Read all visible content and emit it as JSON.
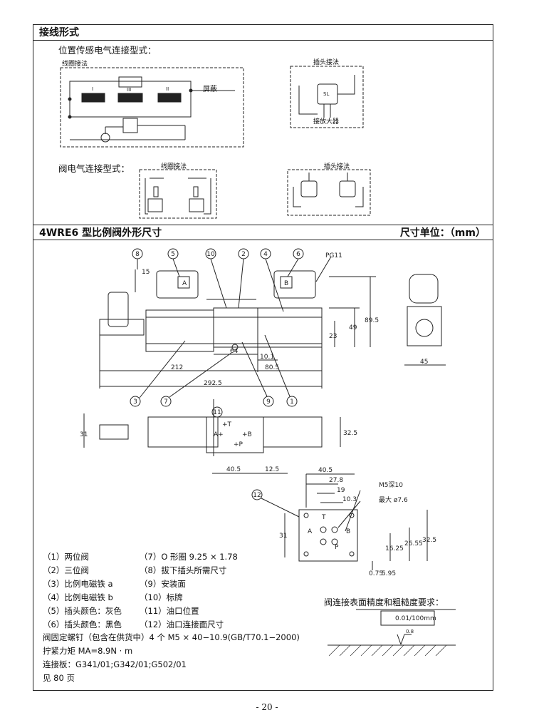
{
  "section1": {
    "title": "接线形式",
    "sensor_label": "位置传感电气连接型式：",
    "coil_wiring": "线圈接法",
    "plug_wiring": "插头接法",
    "shield": "屏蔽",
    "amplifier": "接放大器",
    "roman_1": "I",
    "roman_2": "II",
    "roman_3": "III",
    "sl": "SL",
    "valve_label": "阀电气连接型式：",
    "coil_wiring_2": "线圈接法",
    "plug_wiring_2": "插头接法"
  },
  "section2": {
    "title": "4WRE6 型比例阀外形尺寸",
    "unit": "尺寸单位：（mm）"
  },
  "dims": {
    "d15": "15",
    "d89_5": "89.5",
    "d49": "49",
    "d23": "23",
    "d64": "64",
    "d10_1": "10.1",
    "d212": "212",
    "d80_5": "80.5",
    "d292_5": "292.5",
    "d45": "45",
    "d31": "31",
    "d32_5": "32.5",
    "d40_5": "40.5",
    "d12_5": "12.5",
    "pg11": "PG11",
    "m40_5": "40.5",
    "m27_8": "27.8",
    "m19": "19",
    "m10_3": "10.3",
    "m5": "M5深10",
    "dia": "最大 ø7.6",
    "m31": "31",
    "m26_55": "26.55",
    "m32_5": "32.5",
    "m16_25": "16.25",
    "m0_75": "0.75",
    "m5_95": "5.95",
    "port_A": "A",
    "port_B": "B",
    "port_T": "T",
    "port_P": "P",
    "label_A": "A",
    "label_B": "B",
    "port_T2": "+T",
    "port_A2": "A+",
    "port_B2": "+B",
    "port_P2": "+P"
  },
  "callouts": [
    "8",
    "5",
    "10",
    "2",
    "4",
    "6",
    "3",
    "7",
    "9",
    "1",
    "11",
    "12"
  ],
  "legend": [
    "（1）两位阀",
    "（2）三位阀",
    "（3）比例电磁铁 a",
    "（4）比例电磁铁 b",
    "（5）插头颜色：灰色",
    "（6）插头颜色：黑色",
    "（7）O 形圈 9.25 × 1.78",
    "（8）拔下插头所需尺寸",
    "（9）安装面",
    "（10）标牌",
    "（11）油口位置",
    "（12）油口连接面尺寸"
  ],
  "notes": {
    "screws": "阀固定螺钉（包含在供货中）4 个 M5 × 40−10.9(GB/T70.1−2000)",
    "torque": "拧紧力矩 MA=8.9N · m",
    "plates": "连接板：G341/01;G342/01;G502/01",
    "see": "见 80 页"
  },
  "surface": {
    "title": "阀连接表面精度和粗糙度要求：",
    "flatness": "0.01/100mm",
    "roughness": "0.8"
  },
  "page_number": "- 20 -"
}
